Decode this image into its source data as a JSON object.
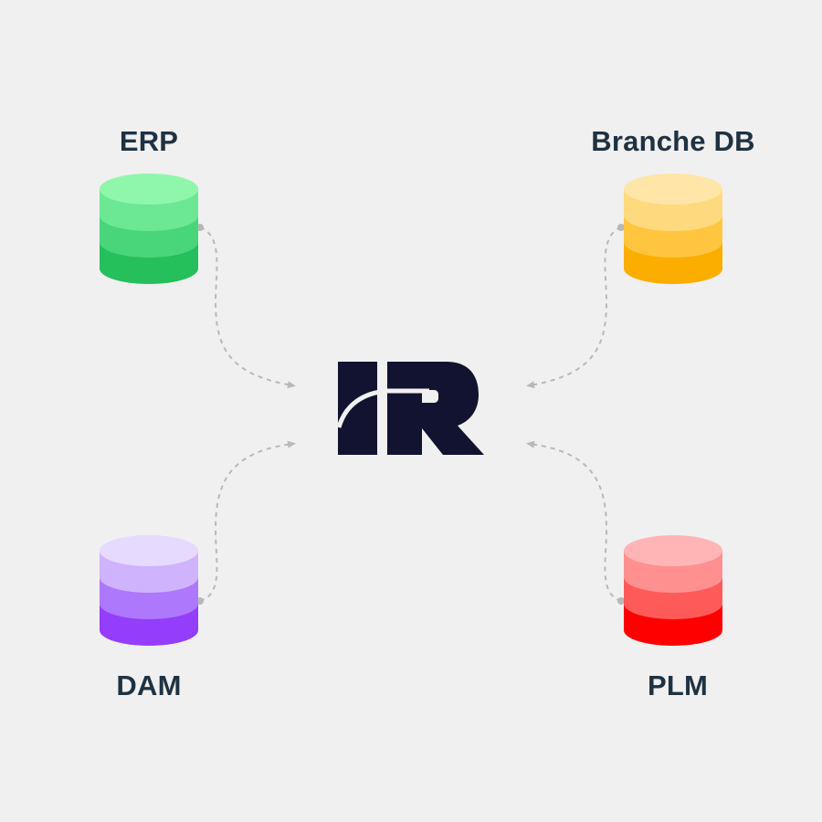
{
  "nodes": {
    "erp": {
      "label": "ERP",
      "colors": [
        "#8ff7ab",
        "#6ce793",
        "#49d57a",
        "#25bf5b"
      ]
    },
    "branche_db": {
      "label": "Branche DB",
      "colors": [
        "#ffe6a8",
        "#ffd97e",
        "#ffc53f",
        "#fbad00"
      ]
    },
    "dam": {
      "label": "DAM",
      "colors": [
        "#e6dafe",
        "#cfb3fd",
        "#ad78fb",
        "#943dfb"
      ]
    },
    "plm": {
      "label": "PLM",
      "colors": [
        "#ffb5b5",
        "#ff9090",
        "#ff5a5a",
        "#ff0000"
      ]
    }
  },
  "center_logo": {
    "name": "IR logo",
    "color": "#111330"
  },
  "connectors": {
    "color": "#b8b8b8",
    "style": "dashed",
    "direction": "source-to-center"
  }
}
